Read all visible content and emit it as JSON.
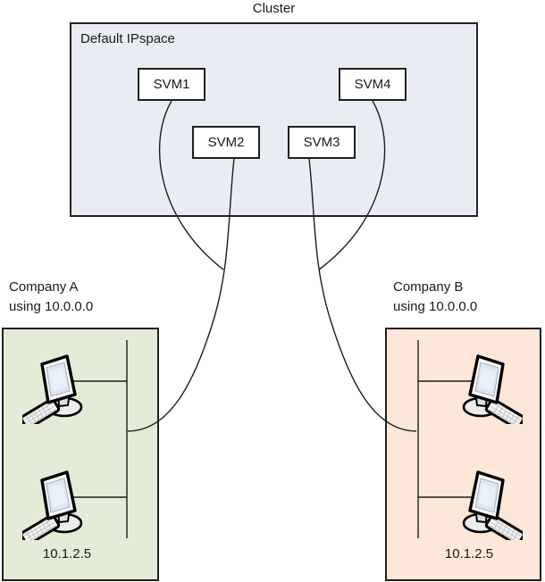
{
  "title": "Cluster",
  "cluster": {
    "ipspace_label": "Default IPspace",
    "fill": "#e9edf3",
    "svms": [
      {
        "label": "SVM1"
      },
      {
        "label": "SVM2"
      },
      {
        "label": "SVM3"
      },
      {
        "label": "SVM4"
      }
    ]
  },
  "companies": [
    {
      "name": "Company A",
      "subnet_note": "using 10.0.0.0",
      "host_ip": "10.1.2.5",
      "fill": "#e4ecd8"
    },
    {
      "name": "Company B",
      "subnet_note": "using 10.0.0.0",
      "host_ip": "10.1.2.5",
      "fill": "#fce7d8"
    }
  ],
  "connections": [
    {
      "from": "SVM1",
      "to": "Company A network"
    },
    {
      "from": "SVM2",
      "to": "Company A network"
    },
    {
      "from": "SVM3",
      "to": "Company B network"
    },
    {
      "from": "SVM4",
      "to": "Company B network"
    }
  ],
  "colors": {
    "line": "#1c1c1c",
    "box_border": "#1f1f1f",
    "text": "#1a1a1a",
    "svm_fill": "#ffffff"
  }
}
